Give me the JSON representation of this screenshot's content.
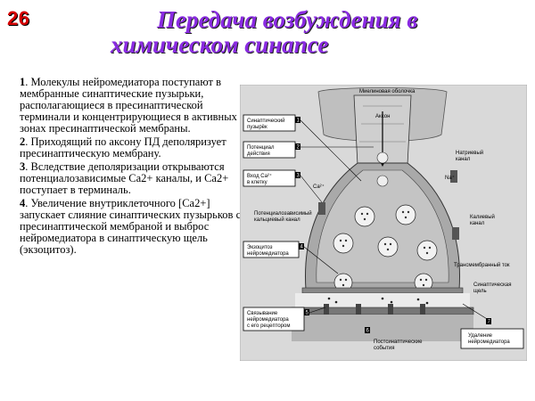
{
  "slide": {
    "number": "26"
  },
  "title": {
    "line1": "Передача возбуждения в",
    "line2": "химическом синапсе"
  },
  "steps": [
    {
      "num": "1",
      "text": ". Молекулы нейромедиатора поступают в мембранные синаптические пузырьки, располагающиеся в пресинаптической терминали и концентрирующиеся в активных зонах пресинаптической мембраны."
    },
    {
      "num": "2",
      "text": ". Приходящий по аксону ПД деполяризует пресинаптическую мембрану."
    },
    {
      "num": "3",
      "text": ". Вследствие деполяризации открываются потенциалозависимые Ca2+ каналы, и Ca2+ поступает в терминаль."
    },
    {
      "num": "4",
      "text": ". Увеличение внутриклеточного [Ca2+] запускает слияние синаптических пузырьков с пресинаптической мембраной и выброс нейромедиатора в синаптическую щель (экзоцитоз)."
    }
  ],
  "diagram": {
    "top_labels": {
      "myelin": "Миелиновая оболочка",
      "axon": "Аксон"
    },
    "side_labels": {
      "na_channel": [
        "Натриевый",
        "канал"
      ],
      "na_plus": "Na⁺",
      "ca_plus": "Ca²⁺",
      "voltage_ca_channel": [
        "Потенциалозависимый",
        "кальциевый канал"
      ],
      "k_channel": [
        "Калиевый",
        "канал"
      ],
      "transmembrane_current": "Трансмембранный ток",
      "cleft": [
        "Синаптическая",
        "щель"
      ],
      "postsynaptic": [
        "Постсинаптические",
        "события"
      ]
    },
    "boxes": {
      "b1": [
        "Синаптический",
        "пузырёк"
      ],
      "b2": [
        "Потенциал",
        "действия"
      ],
      "b3": [
        "Вход Ca²⁺",
        "в клетку"
      ],
      "b4": [
        "Экзоцитоз",
        "нейромедиатора"
      ],
      "b5": [
        "Связывание",
        "нейромедиатора",
        "с его рецептором"
      ],
      "b7": [
        "Удаление",
        "нейромедиатора"
      ]
    },
    "numbers": [
      "1",
      "2",
      "3",
      "4",
      "5",
      "6",
      "7"
    ]
  }
}
